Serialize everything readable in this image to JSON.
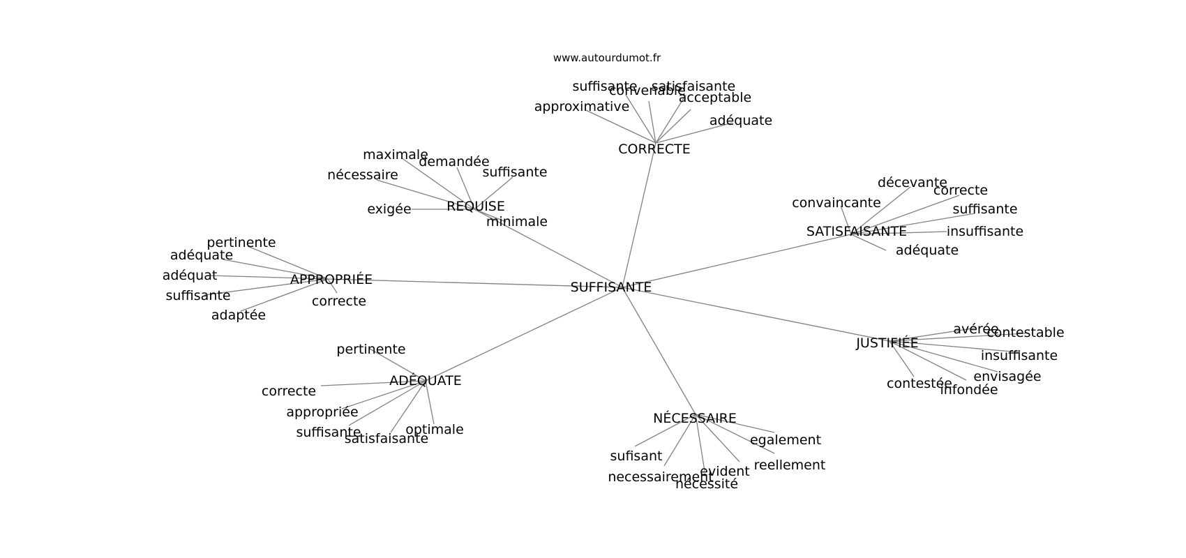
{
  "header": {
    "site": "www.autourdumot.fr"
  },
  "graph": {
    "center": "SUFFISANTE",
    "clusters": [
      {
        "hub": "CORRECTE",
        "leaves": [
          "suffisante",
          "satisfaisante",
          "convenable",
          "acceptable",
          "approximative",
          "adéquate"
        ]
      },
      {
        "hub": "REQUISE",
        "leaves": [
          "maximale",
          "demandée",
          "nécessaire",
          "suffisante",
          "exigée",
          "minimale"
        ]
      },
      {
        "hub": "SATISFAISANTE",
        "leaves": [
          "décevante",
          "correcte",
          "convaincante",
          "suffisante",
          "insuffisante",
          "adéquate"
        ]
      },
      {
        "hub": "APPROPRIÉE",
        "leaves": [
          "pertinente",
          "adéquate",
          "adéquat",
          "suffisante",
          "correcte",
          "adaptée"
        ]
      },
      {
        "hub": "JUSTIFIÉE",
        "leaves": [
          "avérée",
          "contestable",
          "insuffisante",
          "envisagée",
          "contestée",
          "infondée"
        ]
      },
      {
        "hub": "ADÉQUATE",
        "leaves": [
          "pertinente",
          "correcte",
          "appropriée",
          "suffisante",
          "satisfaisante",
          "optimale"
        ]
      },
      {
        "hub": "NÉCESSAIRE",
        "leaves": [
          "egalement",
          "sufisant",
          "reellement",
          "evident",
          "necessairement",
          "nécessité"
        ]
      }
    ]
  }
}
